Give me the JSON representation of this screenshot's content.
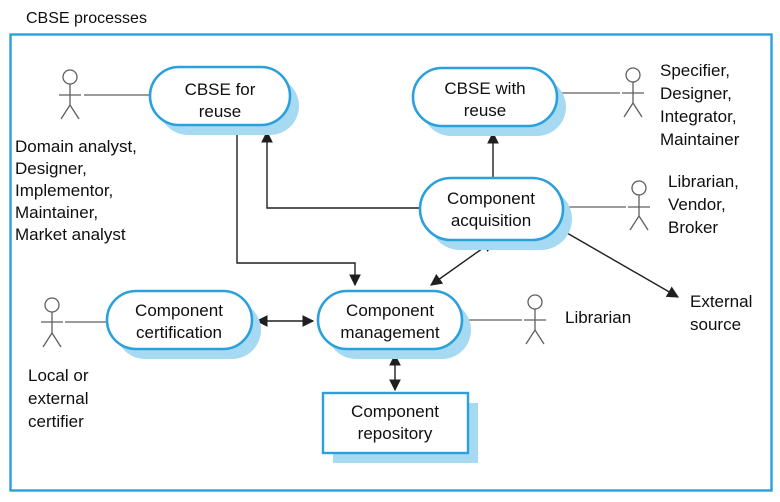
{
  "title": "CBSE processes",
  "colors": {
    "accent": "#2aa0dc",
    "shadow": "#a6d9f2",
    "line": "#1f1f1f",
    "actor": "#5f5f5f",
    "text": "#0f0f0f"
  },
  "usecases": {
    "cbse_for_reuse": {
      "lines": [
        "CBSE for",
        "reuse"
      ]
    },
    "cbse_with_reuse": {
      "lines": [
        "CBSE with",
        "reuse"
      ]
    },
    "component_acquisition": {
      "lines": [
        "Component",
        "acquisition"
      ]
    },
    "component_certification": {
      "lines": [
        "Component",
        "certification"
      ]
    },
    "component_management": {
      "lines": [
        "Component",
        "management"
      ]
    }
  },
  "repository": {
    "lines": [
      "Component",
      "repository"
    ]
  },
  "labels": {
    "top_left": [
      "Domain analyst,",
      "Designer,",
      "Implementor,",
      "Maintainer,",
      "Market analyst"
    ],
    "top_right": [
      "Specifier,",
      "Designer,",
      "Integrator,",
      "Maintainer"
    ],
    "mid_right": [
      "Librarian,",
      "Vendor,",
      "Broker"
    ],
    "bottom_left": [
      "Local or",
      "external",
      "certifier"
    ],
    "librarian": [
      "Librarian"
    ],
    "external_source": [
      "External",
      "source"
    ]
  }
}
